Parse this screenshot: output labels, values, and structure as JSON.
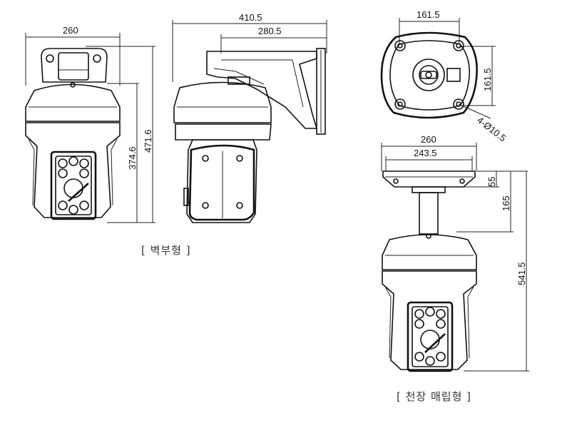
{
  "labels": {
    "front_width": "260",
    "front_height_body": "374.6",
    "front_height_total": "471.6",
    "side_total_width": "410.5",
    "side_arm_width": "280.5",
    "top_width": "161.5",
    "top_depth": "161.5",
    "top_holes": "4-Ø10.5",
    "ceiling_base_width": "260",
    "ceiling_base_inner": "243.5",
    "ceiling_plate_height": "55",
    "ceiling_mount_height": "165",
    "ceiling_total_height": "541.5"
  },
  "captions": {
    "wall": "[ 벽부형 ]",
    "ceiling": "[ 천장 매립형 ]"
  }
}
